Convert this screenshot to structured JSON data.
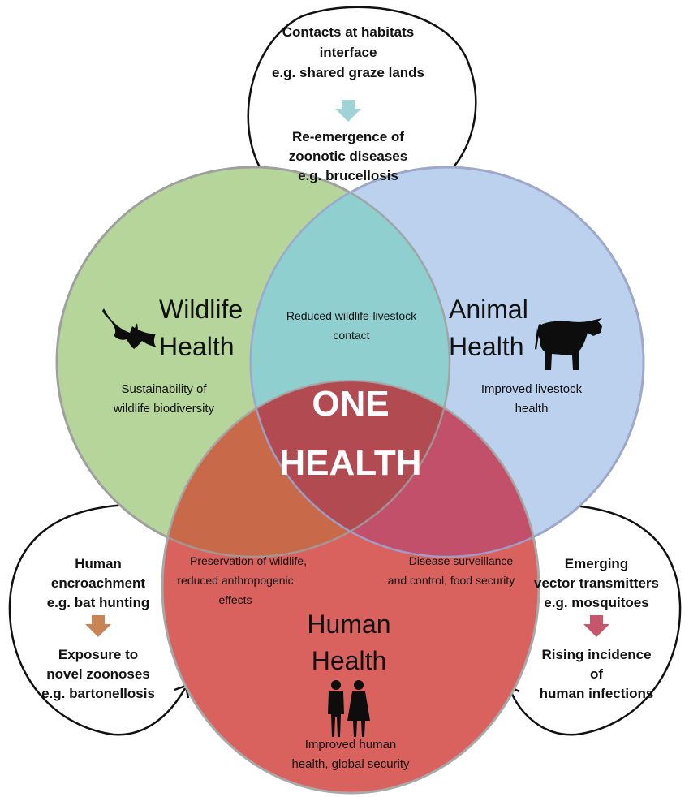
{
  "colors": {
    "wildlife": "#b5d59a",
    "animal": "#bcd1ee",
    "human": "#d9625f",
    "wildlife_animal": "#8fcfcf",
    "wildlife_human": "#c86a4a",
    "animal_human": "#c2506a",
    "center": "#b24a52",
    "arrow_top": "#9fd3d6",
    "arrow_left": "#c98453",
    "arrow_right": "#c7566c"
  },
  "wildlife": {
    "title_1": "Wildlife",
    "title_2": "Health",
    "desc_1": "Sustainability of",
    "desc_2": "wildlife biodiversity"
  },
  "animal": {
    "title_1": "Animal",
    "title_2": "Health",
    "desc_1": "Improved livestock",
    "desc_2": "health"
  },
  "human": {
    "title_1": "Human",
    "title_2": "Health",
    "desc_1": "Improved human",
    "desc_2": "health, global security"
  },
  "center": {
    "line_1": "ONE",
    "line_2": "HEALTH"
  },
  "overlaps": {
    "wildlife_animal_1": "Reduced wildlife-livestock",
    "wildlife_animal_2": "contact",
    "wildlife_human_1": "Preservation of wildlife,",
    "wildlife_human_2": "reduced anthropogenic",
    "wildlife_human_3": "effects",
    "animal_human_1": "Disease surveillance",
    "animal_human_2": "and control, food security"
  },
  "top_loop": {
    "line_1": "Contacts at habitats",
    "line_2": "interface",
    "line_3": "e.g. shared graze lands",
    "line_4": "Re-emergence of",
    "line_5": "zoonotic diseases",
    "line_6": "e.g. brucellosis"
  },
  "left_loop": {
    "line_1": "Human",
    "line_2": "encroachment",
    "line_3": "e.g. bat hunting",
    "line_4": "Exposure to",
    "line_5": "novel zoonoses",
    "line_6": "e.g. bartonellosis"
  },
  "right_loop": {
    "line_1": "Emerging",
    "line_2": "vector transmitters",
    "line_3": "e.g. mosquitoes",
    "line_4": "Rising incidence",
    "line_5": "of",
    "line_6": "human infections"
  },
  "icons": {
    "wildlife": "bat-icon",
    "animal": "cow-icon",
    "human": "people-icon"
  }
}
